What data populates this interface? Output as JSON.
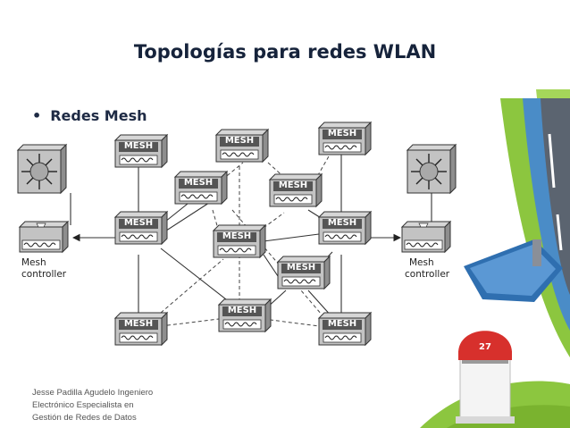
{
  "title": "Topologías para redes WLAN",
  "bullet": "Redes Mesh",
  "diagram": {
    "node_label": "MESH",
    "controllers": [
      {
        "label_line1": "Mesh",
        "label_line2": "controller"
      },
      {
        "label_line1": "Mesh",
        "label_line2": "controller"
      }
    ]
  },
  "footer": {
    "line1": "Jesse Padilla Agudelo Ingeniero",
    "line2": "Electrónico Especialista en",
    "line3": "Gestión de Redes  de Datos"
  },
  "slide_number": "27",
  "colors": {
    "road_green": "#8cc63f",
    "road_blue": "#4a8cc7",
    "asphalt": "#5b6470",
    "milestone_red": "#d7302c",
    "sign_blue": "#2f6fb0"
  },
  "icons": [
    "multilayer-switch-icon",
    "mesh-access-point-icon",
    "arrow-icon"
  ]
}
